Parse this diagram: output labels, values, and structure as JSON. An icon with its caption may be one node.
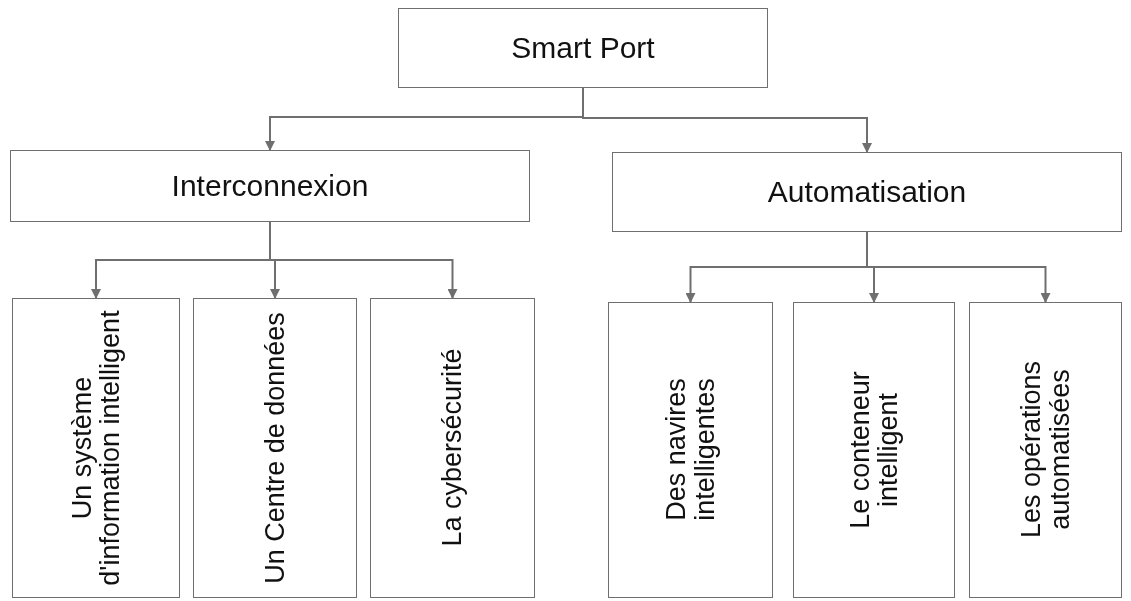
{
  "diagram": {
    "nodes": [
      {
        "text": [
          "Smart Port"
        ]
      },
      {
        "text": [
          "Interconnexion"
        ]
      },
      {
        "text": [
          "Automatisation"
        ]
      },
      {
        "text": [
          "Un système d'information intelligent"
        ]
      },
      {
        "text": [
          "Un Centre de données"
        ]
      },
      {
        "text": [
          "La cybersécurité"
        ]
      },
      {
        "text": [
          "Des navires intelligentes"
        ]
      },
      {
        "text": [
          "Le conteneur intelligent"
        ]
      },
      {
        "text": [
          "Les opérations automatisées"
        ]
      }
    ],
    "edges": [
      {
        "from": 0,
        "to": 1,
        "arrow": "to"
      },
      {
        "from": 0,
        "to": 2,
        "arrow": "to"
      },
      {
        "from": 1,
        "to": 3,
        "arrow": "to"
      },
      {
        "from": 1,
        "to": 4,
        "arrow": "to"
      },
      {
        "from": 1,
        "to": 5,
        "arrow": "to"
      },
      {
        "from": 2,
        "to": 6,
        "arrow": "to"
      },
      {
        "from": 2,
        "to": 7,
        "arrow": "to"
      },
      {
        "from": 2,
        "to": 8,
        "arrow": "to"
      }
    ]
  }
}
